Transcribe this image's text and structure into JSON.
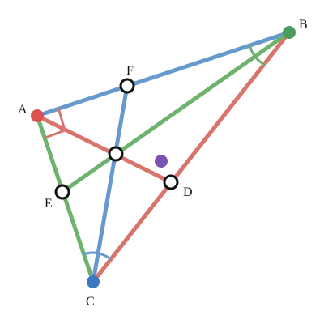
{
  "diagram": {
    "vertices": {
      "A": {
        "label": "A",
        "color": "#d9534f"
      },
      "B": {
        "label": "B",
        "color": "#4a9a5b"
      },
      "C": {
        "label": "C",
        "color": "#3b78c4"
      }
    },
    "points": {
      "D": {
        "label": "D"
      },
      "E": {
        "label": "E"
      },
      "F": {
        "label": "F"
      }
    },
    "centroid_color": "#7b52b0",
    "segment_colors": {
      "AB": "#6699cc",
      "AC": "#6db36d",
      "BC": "#d9736b",
      "A_to_D": "#d9736b",
      "B_to_E": "#6db36d",
      "C_to_F": "#6699cc"
    },
    "marks": {
      "angle_A_color": "#d9736b",
      "angle_B_color": "#6db36d",
      "angle_C_color": "#6699cc"
    }
  }
}
